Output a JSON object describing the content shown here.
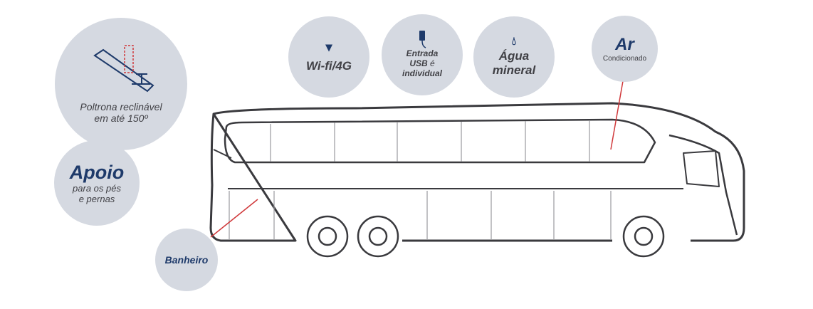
{
  "features": {
    "seat": {
      "line1": "Poltrona reclinável",
      "line2": "em até 150º"
    },
    "support": {
      "title": "Apoio",
      "line1": "para os pés",
      "line2": "e pernas"
    },
    "bathroom": {
      "label": "Banheiro"
    },
    "wifi": {
      "label": "Wi-fi/4G"
    },
    "usb": {
      "line1": "Entrada",
      "line2_bold": "USB",
      "line2_rest": " é",
      "line3": "individual"
    },
    "water": {
      "line1": "Água",
      "line2": "mineral"
    },
    "ac": {
      "title": "Ar",
      "subtitle": "Condicionado"
    }
  },
  "colors": {
    "circle": "#d5d9e1",
    "accent": "#1e3a6a",
    "pointer": "#d0383a",
    "outline": "#3a3a3e"
  }
}
